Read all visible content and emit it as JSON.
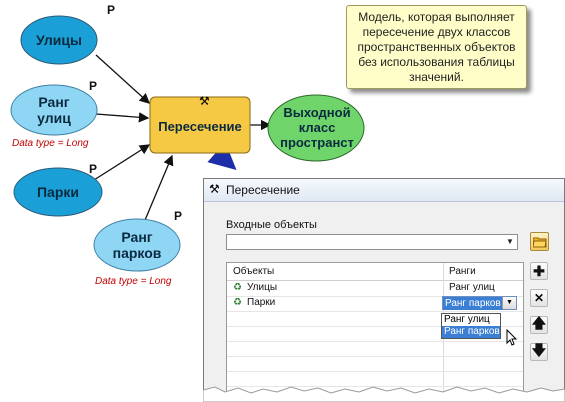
{
  "model": {
    "nodes": {
      "streets": "Улицы",
      "street_rank": "Ранг\nулиц",
      "parks": "Парки",
      "park_rank": "Ранг\nпарков",
      "intersect": "Пересечение",
      "output": "Выходной\nкласс\nпространст"
    },
    "param_flag": "P",
    "data_type_note": "Data type = Long"
  },
  "note": {
    "text": "Модель, которая выполняет пересечение двух классов пространственных объектов без использования таблицы значений."
  },
  "dialog": {
    "title": "Пересечение",
    "input_label": "Входные объекты",
    "input_value": "",
    "columns": [
      "Объекты",
      "Ранги"
    ],
    "rows": [
      {
        "feature": "Улицы",
        "rank": "Ранг улиц"
      },
      {
        "feature": "Парки",
        "rank": "Ранг парков"
      }
    ],
    "dropdown_options": [
      "Ранг улиц",
      "Ранг парков"
    ],
    "dropdown_selected": "Ранг парков"
  },
  "colors": {
    "input_fill": "#1a9fd6",
    "param_fill": "#8fd6f5",
    "tool_fill": "#f6c945",
    "output_fill": "#6fd56b",
    "note_fill": "#fffec8",
    "highlight": "#3b7fd4",
    "arrow_blue": "#1c2fa8"
  },
  "icons": {
    "hammer": "hammer-icon",
    "recycle": "recycle-icon",
    "folder": "folder-icon",
    "add": "plus-icon",
    "remove": "x-icon",
    "up": "arrow-up-icon",
    "down": "arrow-down-icon"
  }
}
